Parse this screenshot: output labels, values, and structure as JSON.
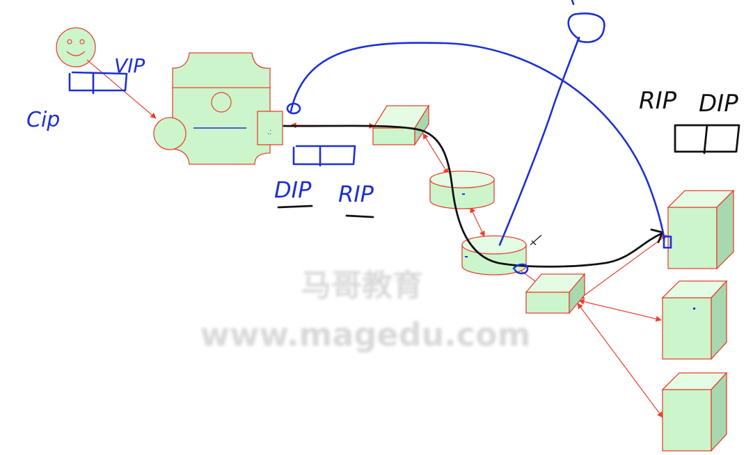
{
  "labels": {
    "client_ip": "Cip",
    "virtual_ip": "VIP",
    "director_ip_left": "DIP",
    "real_ip_left": "RIP",
    "real_ip_right": "RIP",
    "director_ip_right": "DIP"
  },
  "watermark": {
    "line1": "马哥教育",
    "line2": "www.magedu.com"
  },
  "colors": {
    "node_fill": "#ccf5cc",
    "node_border": "#e8412f",
    "ink_blue": "#1c2fd6",
    "ink_black": "#111111",
    "link_red": "#e8412f"
  },
  "icons": {
    "client": "smiley-face-icon",
    "director": "server-icon",
    "switch": "switch-box-icon",
    "router": "router-cylinder-icon",
    "real_server": "server-box-icon",
    "cursor": "pen-cursor-icon"
  }
}
